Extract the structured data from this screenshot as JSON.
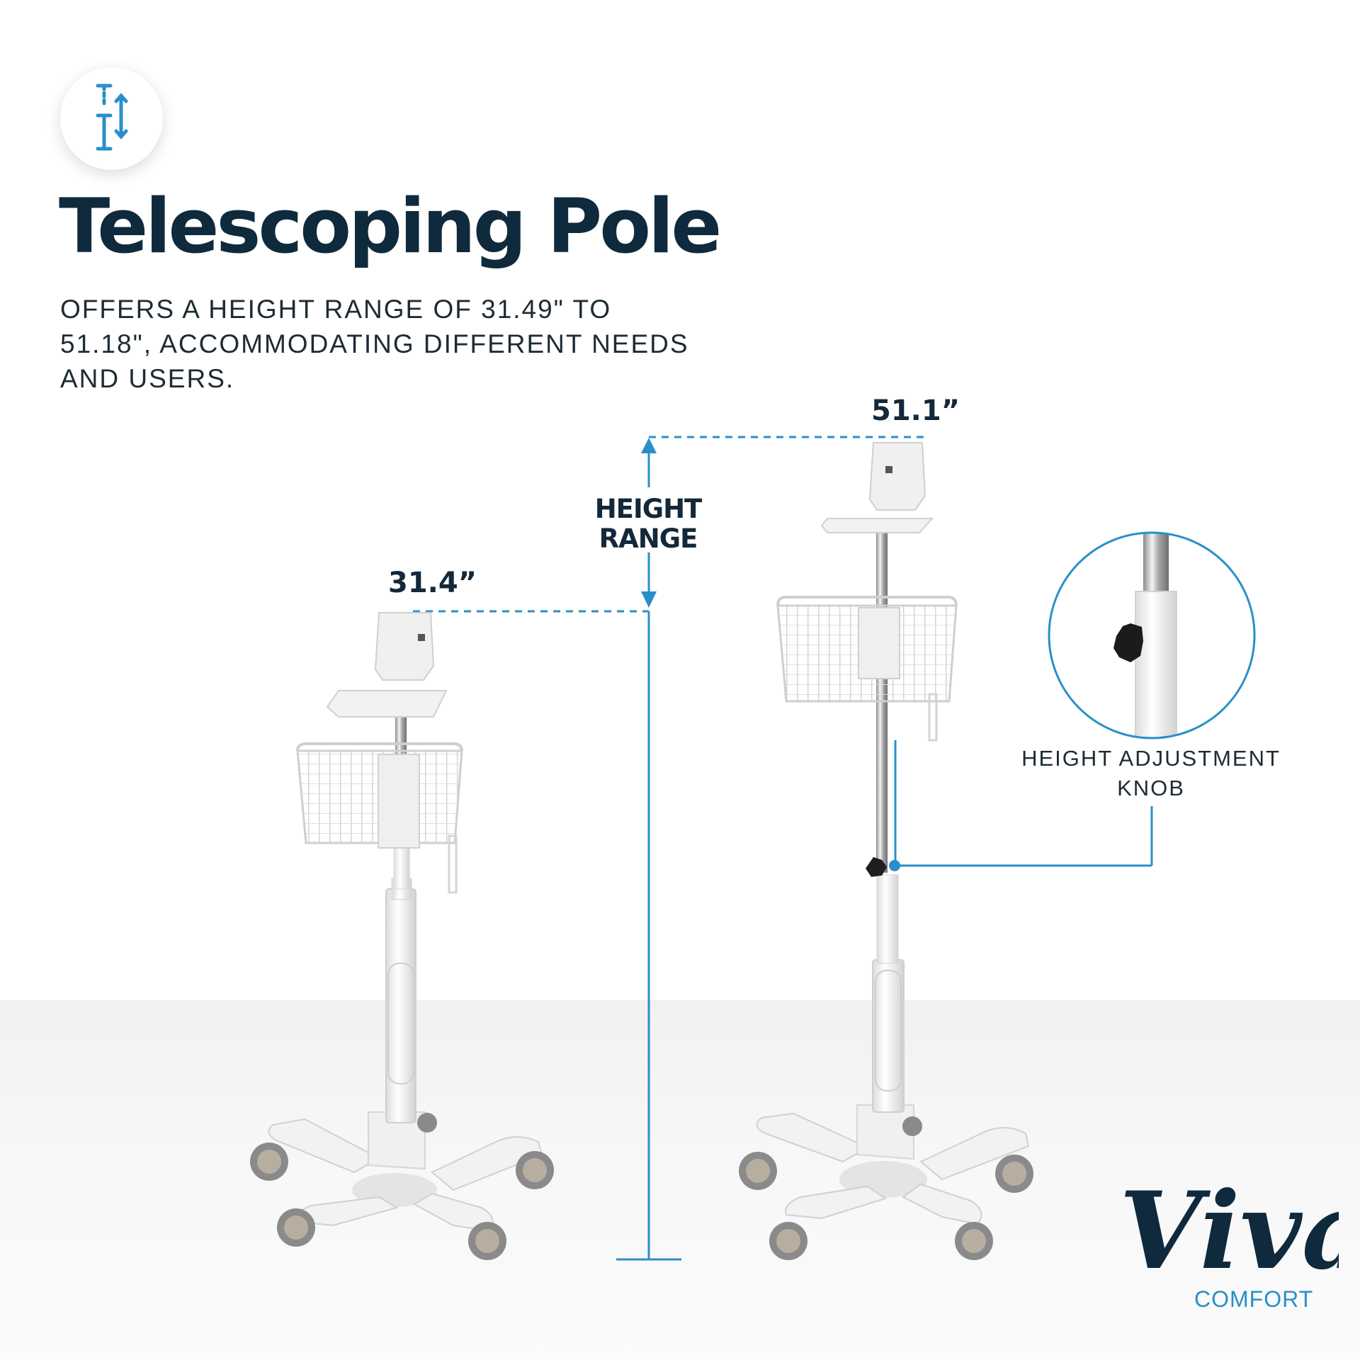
{
  "header": {
    "icon": "height-adjust-icon",
    "title": "Telescoping Pole",
    "description": "OFFERS A HEIGHT RANGE OF 31.49\" TO 51.18\", ACCOMMODATING DIFFERENT NEEDS AND USERS."
  },
  "diagram": {
    "min_height_label": "31.4”",
    "max_height_label": "51.1”",
    "range_label_line1": "HEIGHT",
    "range_label_line2": "RANGE",
    "callout_label": "HEIGHT ADJUSTMENT KNOB"
  },
  "brand": {
    "logo_word": "Viva",
    "logo_sub": "COMFORT"
  },
  "colors": {
    "title": "#0f2a3d",
    "accent": "#2a8fc9",
    "text": "#1e2b33"
  }
}
